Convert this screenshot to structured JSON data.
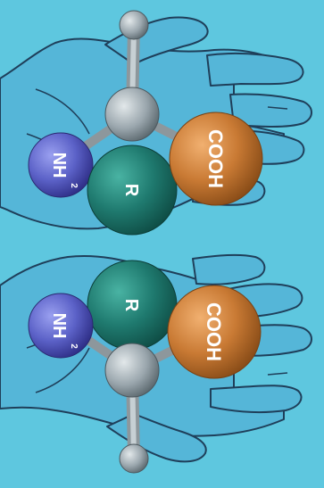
{
  "panels": [
    {
      "id": "top",
      "labels": {
        "amino": "NH",
        "amino_sub": "2",
        "side_chain": "R",
        "carboxyl": "COOH"
      }
    },
    {
      "id": "bottom",
      "labels": {
        "amino": "NH",
        "amino_sub": "2",
        "side_chain": "R",
        "carboxyl": "COOH"
      }
    }
  ],
  "colors": {
    "background": "#5ec7df",
    "hand_fill": "#55b6d8",
    "hand_outline": "#1f3f5a",
    "amino_atom": "#5c62c8",
    "side_chain_atom": "#1f7a6f",
    "carboxyl_atom": "#c97a34",
    "central_atom": "#9aa6ad",
    "bond": "#8d979c"
  }
}
